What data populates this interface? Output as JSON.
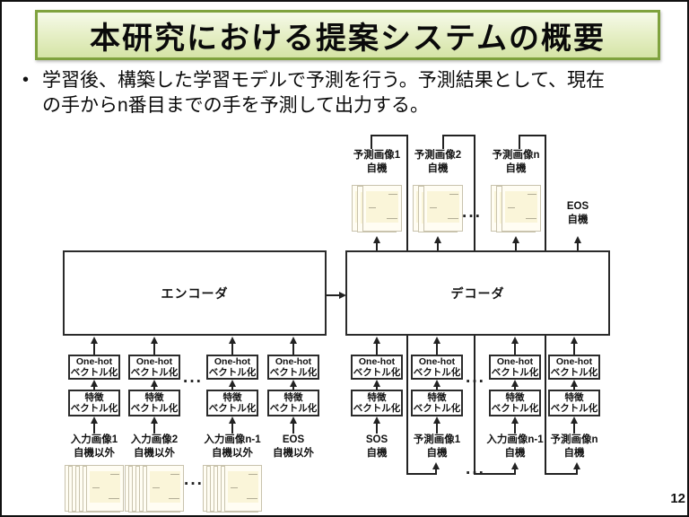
{
  "slide": {
    "title": "本研究における提案システムの概要",
    "bullet_marker": "•",
    "bullet_lines": [
      "学習後、構築した学習モデルで予測を行う。予測結果として、現在",
      "の手からn番目までの手を予測して出力する。"
    ],
    "page_number": "12"
  },
  "diagram": {
    "encoder_label": "エンコーダ",
    "decoder_label": "デコーダ",
    "onehot_box_lines": [
      "One-hot",
      "ベクトル化"
    ],
    "feature_box_lines": [
      "特徴",
      "ベクトル化"
    ],
    "ellipsis": "···",
    "encoder_inputs": [
      [
        "入力画像1",
        "自機以外"
      ],
      [
        "入力画像2",
        "自機以外"
      ],
      [
        "入力画像n-1",
        "自機以外"
      ],
      [
        "EOS",
        "自機以外"
      ]
    ],
    "decoder_inputs": [
      [
        "SOS",
        "自機"
      ],
      [
        "予測画像1",
        "自機"
      ],
      [
        "入力画像n-1",
        "自機"
      ],
      [
        "予測画像n",
        "自機"
      ]
    ],
    "decoder_outputs": [
      [
        "予測画像1",
        "自機"
      ],
      [
        "予測画像2",
        "自機"
      ],
      [
        "予測画像n",
        "自機"
      ],
      [
        "EOS",
        "自機"
      ]
    ]
  }
}
